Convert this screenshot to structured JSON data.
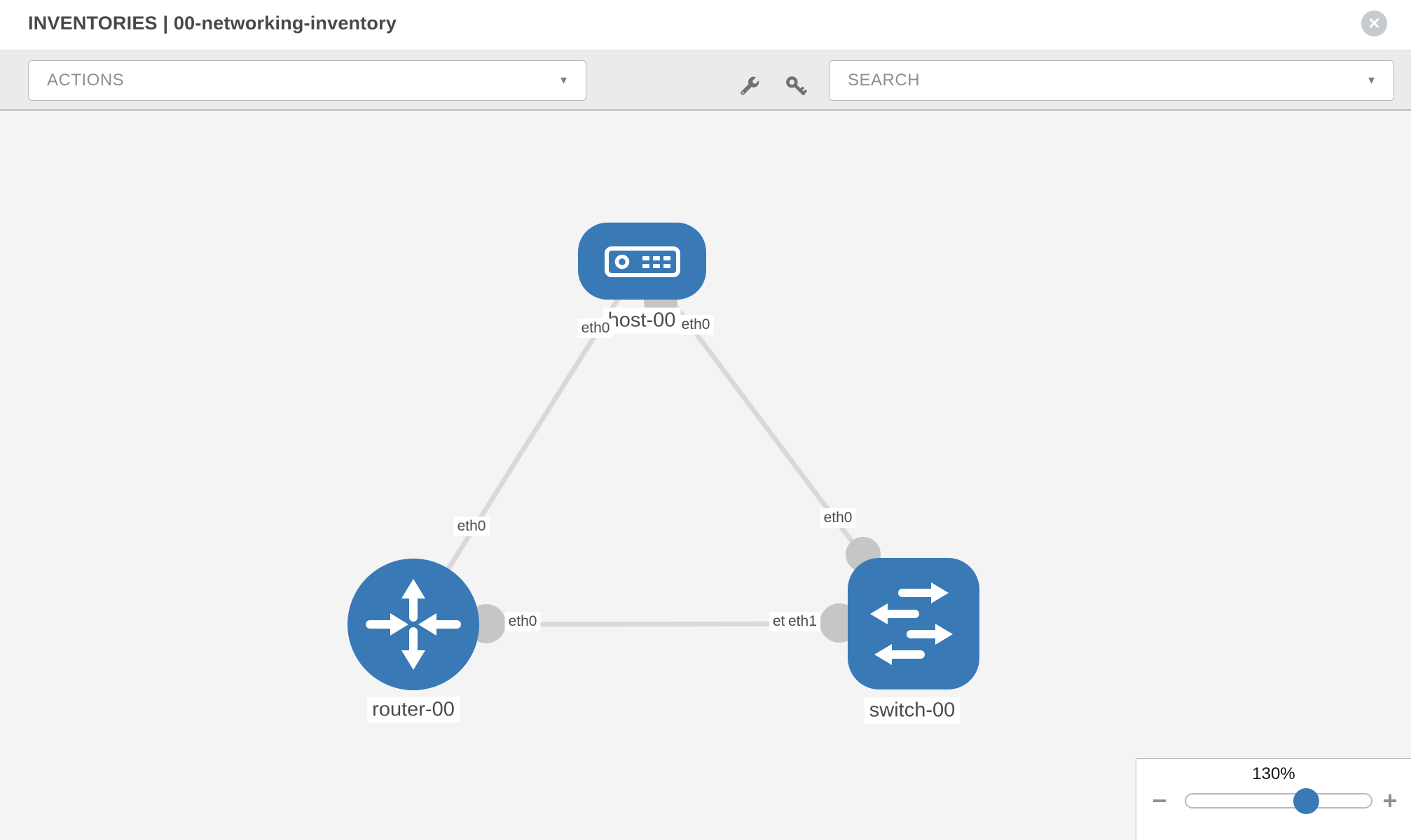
{
  "header": {
    "title": "INVENTORIES | 00-networking-inventory",
    "close_glyph": "✕"
  },
  "toolbar": {
    "actions_label": "ACTIONS",
    "search_placeholder": "SEARCH",
    "caret_glyph": "▼",
    "icons": [
      "wrench-icon",
      "key-icon"
    ]
  },
  "diagram": {
    "nodes": [
      {
        "label": "host-00",
        "type": "host"
      },
      {
        "label": "router-00",
        "type": "router"
      },
      {
        "label": "switch-00",
        "type": "switch"
      }
    ],
    "links": [
      {
        "from": "host-00",
        "from_interface": "eth0",
        "to": "router-00",
        "to_interface": "eth0"
      },
      {
        "from": "host-00",
        "from_interface": "eth0",
        "to": "switch-00",
        "to_interface": "eth0"
      },
      {
        "from": "router-00",
        "from_interface": "eth0",
        "to": "switch-00",
        "to_interface": "eth1"
      }
    ]
  },
  "zoom_control": {
    "level": "130%",
    "minus_glyph": "−",
    "plus_glyph": "+"
  },
  "colors": {
    "node_blue": "#3879b6",
    "link_gray": "#d9d9d9",
    "interface_dot_gray": "#c6c6c6",
    "toolbar_bg": "#ebebeb",
    "canvas_bg": "#f4f4f4"
  }
}
